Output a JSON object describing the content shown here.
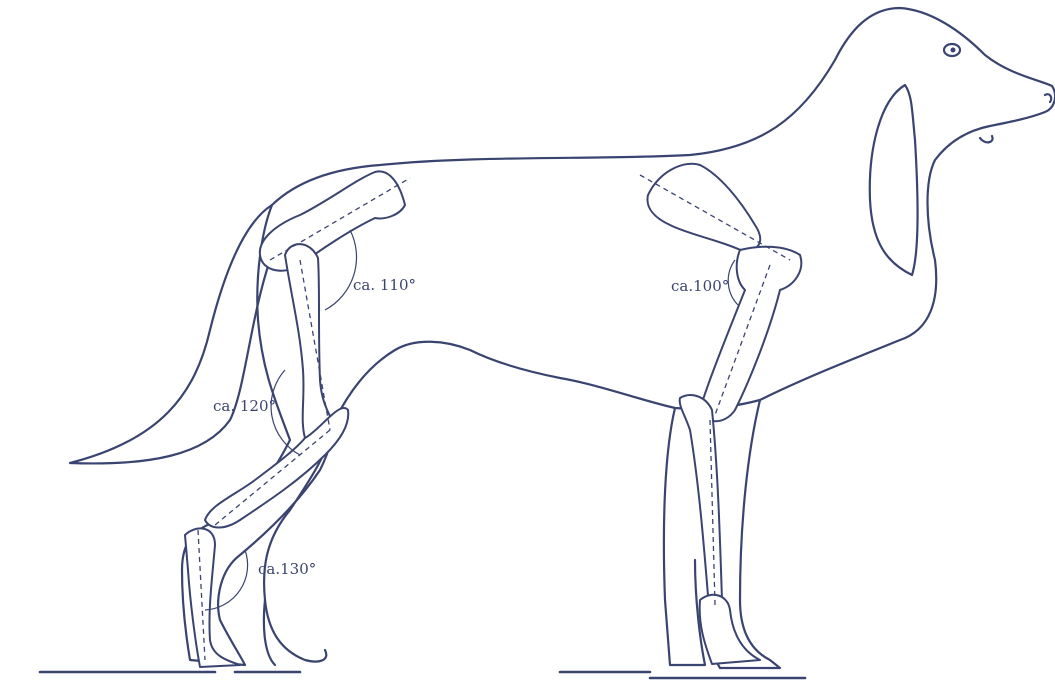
{
  "labels": {
    "hip_angle": "ca. 110°",
    "stifle_angle": "ca. 120°",
    "hock_angle": "ca.130°",
    "shoulder_angle": "ca.100°"
  },
  "colors": {
    "line": "#3a4470",
    "background": "#ffffff"
  }
}
